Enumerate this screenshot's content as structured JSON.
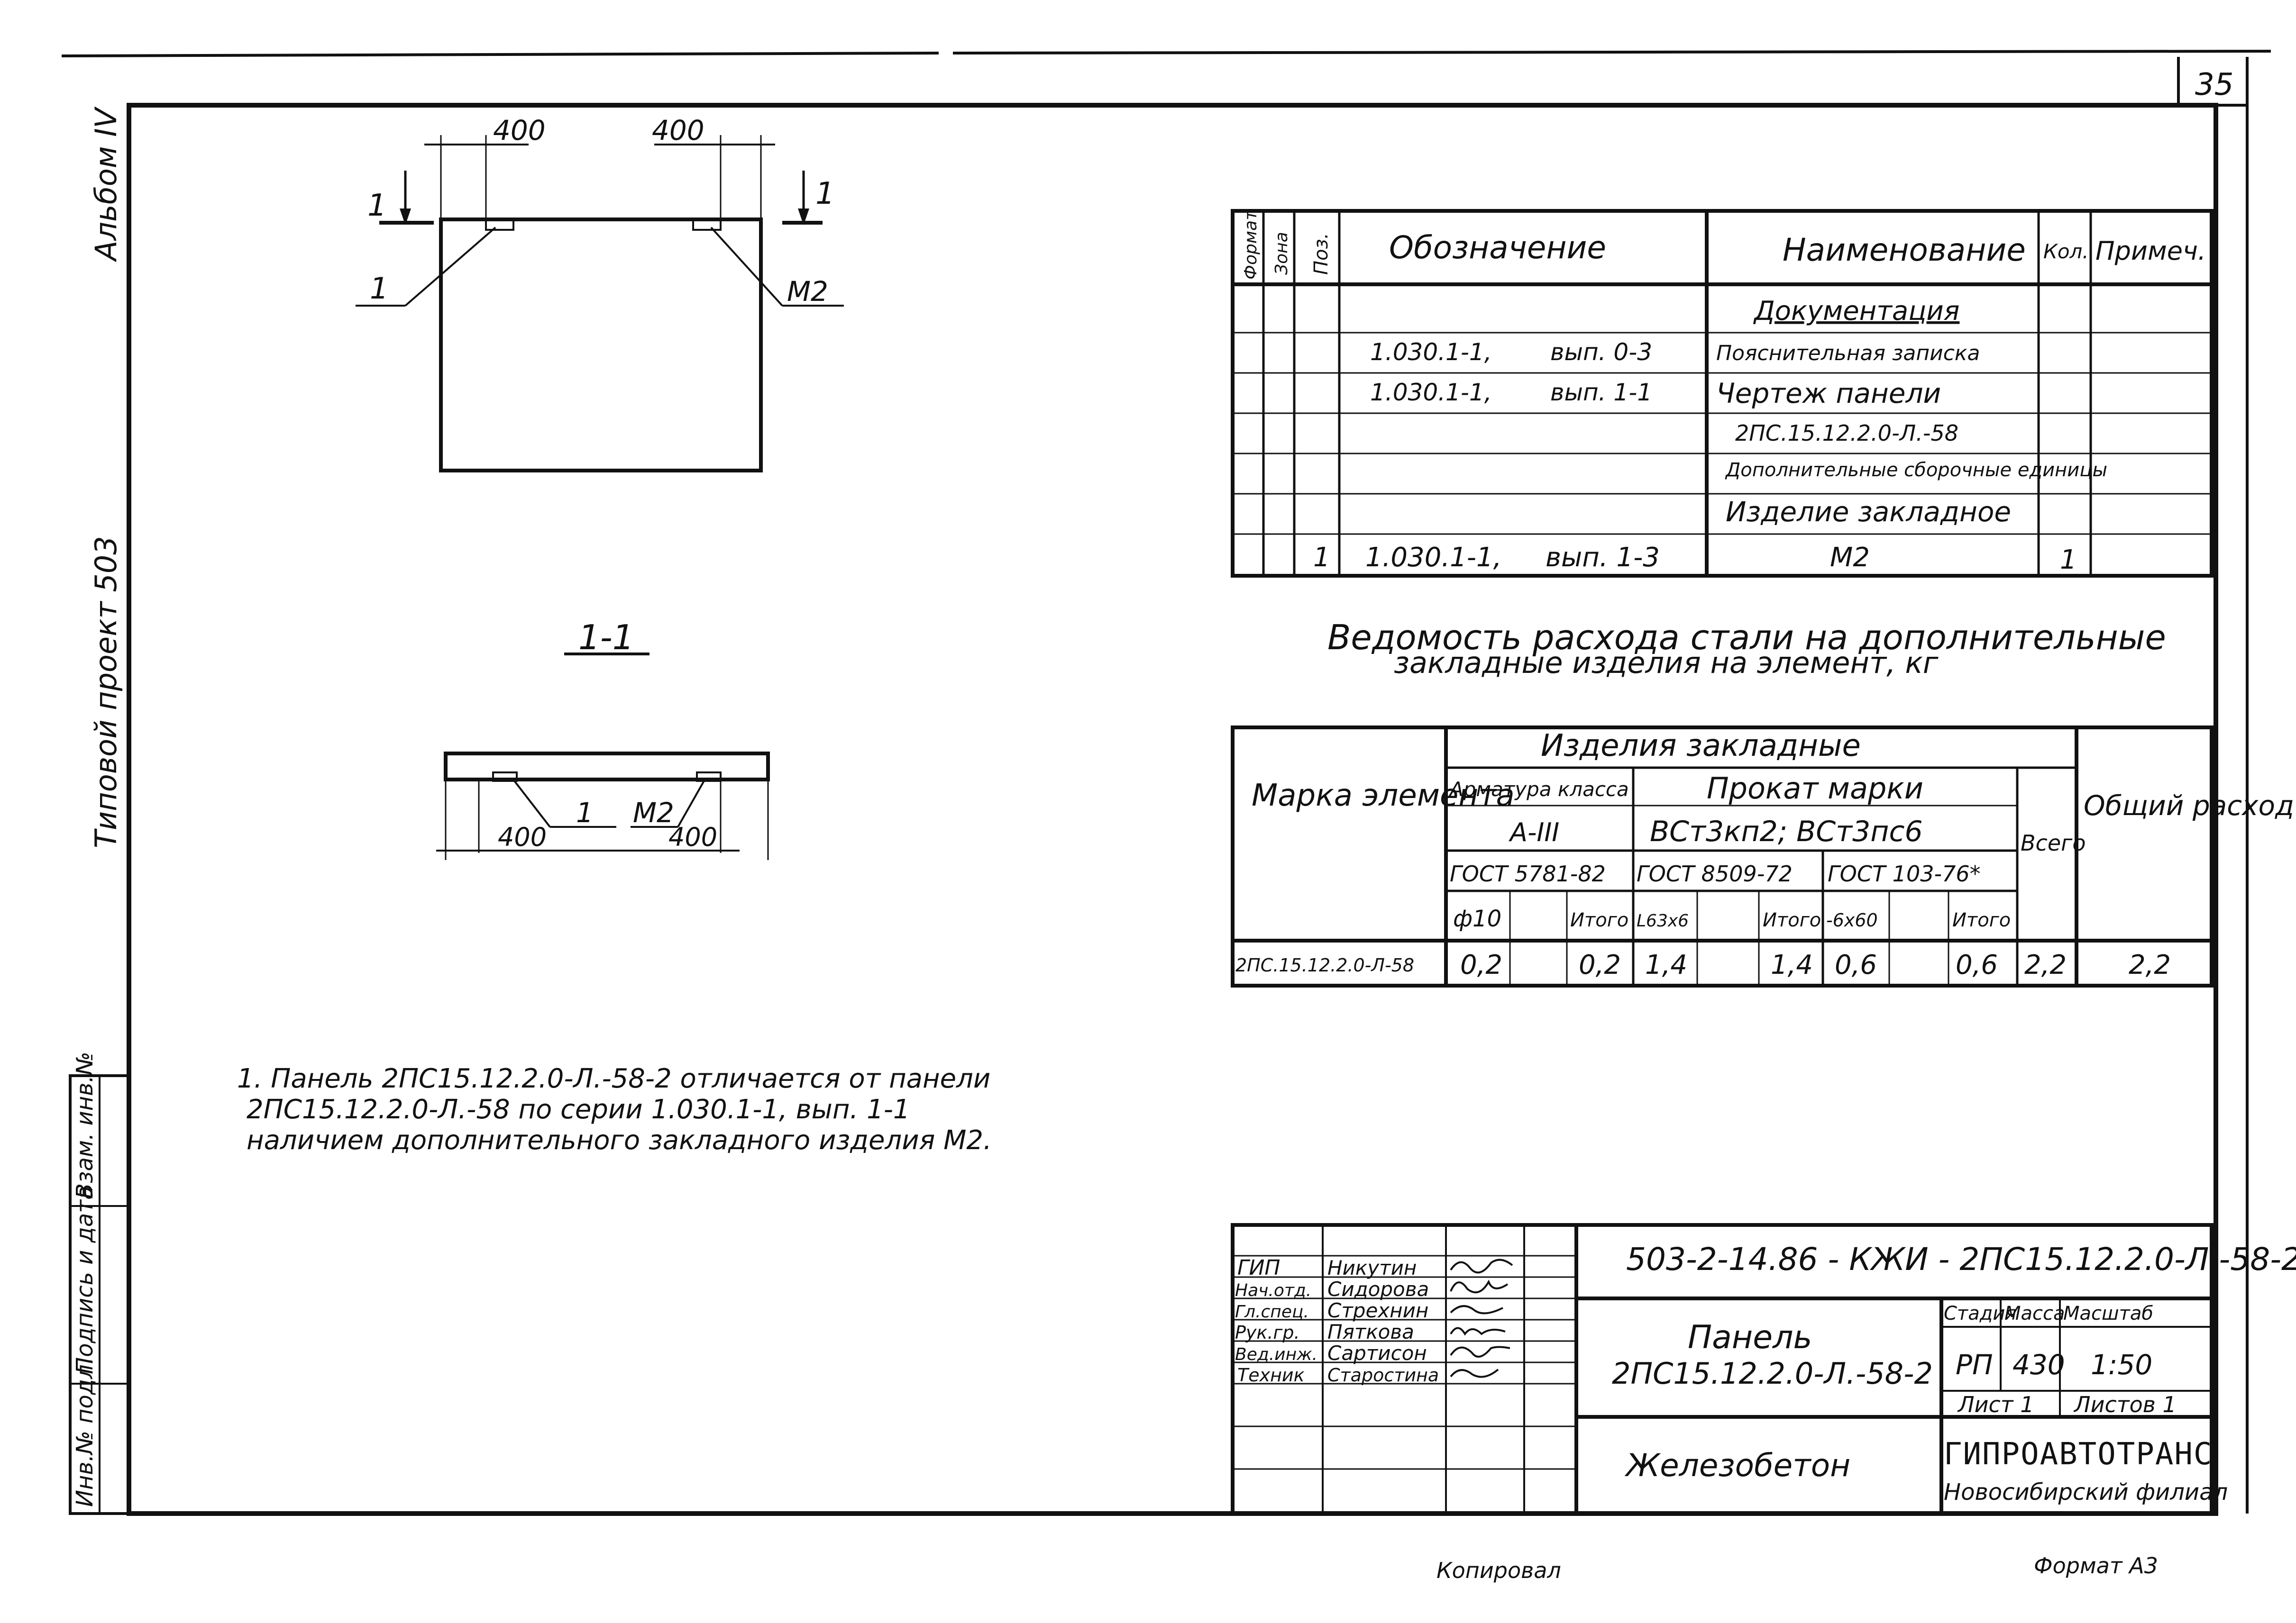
{
  "sheet_number": "35",
  "side_stamp": {
    "album": "Альбом IV",
    "project": "Типовой проект 503",
    "fields": [
      "Инв.№ подл.",
      "Подпись и дата",
      "Взам. инв.№"
    ]
  },
  "drawing": {
    "dim_400_left": "400",
    "dim_400_right": "400",
    "cut_label_left": "1",
    "cut_label_right": "1",
    "callout_1": "1",
    "callout_m2": "М2",
    "section_title": "1-1",
    "section_callout_1": "1",
    "section_callout_m2": "М2",
    "section_dim_left": "400",
    "section_dim_right": "400"
  },
  "spec_table": {
    "headers": [
      "Формат",
      "Зона",
      "Поз.",
      "Обозначение",
      "Наименование",
      "Кол.",
      "Примеч."
    ],
    "rows": [
      {
        "pos": "",
        "code": "",
        "vyp": "",
        "name": "Документация",
        "qty": ""
      },
      {
        "pos": "",
        "code": "1.030.1-1,",
        "vyp": "вып. 0-3",
        "name": "Пояснительная записка",
        "qty": ""
      },
      {
        "pos": "",
        "code": "1.030.1-1,",
        "vyp": "вып. 1-1",
        "name": "Чертеж панели",
        "qty": ""
      },
      {
        "pos": "",
        "code": "",
        "vyp": "",
        "name": "2ПС.15.12.2.0-Л.-58",
        "qty": ""
      },
      {
        "pos": "",
        "code": "",
        "vyp": "",
        "name": "Дополнительные сборочные единицы",
        "qty": ""
      },
      {
        "pos": "",
        "code": "",
        "vyp": "",
        "name": "Изделие закладное",
        "qty": ""
      },
      {
        "pos": "1",
        "code": "1.030.1-1,",
        "vyp": "вып. 1-3",
        "name": "М2",
        "qty": "1"
      }
    ]
  },
  "steel_table": {
    "title_line1": "Ведомость расхода стали на дополнительные",
    "title_line2": "закладные изделия на элемент, кг",
    "header_marka": "Марка элемента",
    "header_group": "Изделия закладные",
    "header_armatura": "Арматура класса",
    "header_armatura_class": "А-III",
    "header_prokat": "Прокат марки",
    "header_prokat_marks": "ВСт3кп2; ВСт3пс6",
    "header_vsego": "Всего",
    "header_total": "Общий расход",
    "gost1": "ГОСТ 5781-82",
    "gost2": "ГОСТ 8509-72",
    "gost3": "ГОСТ 103-76*",
    "sub": [
      "ф10",
      "",
      "Итого",
      "L63х6",
      "",
      "Итого",
      "-6х60",
      "",
      "Итого"
    ],
    "row": {
      "marka": "2ПС.15.12.2.0-Л-58",
      "values": [
        "0,2",
        "",
        "0,2",
        "1,4",
        "",
        "1,4",
        "0,6",
        "",
        "0,6"
      ],
      "vsego": "2,2",
      "total": "2,2"
    }
  },
  "note": {
    "line1": "1. Панель 2ПС15.12.2.0-Л.-58-2 отличается от панели",
    "line2": "2ПС15.12.2.0-Л.-58 по серии 1.030.1-1, вып. 1-1",
    "line3": "наличием дополнительного закладного изделия М2."
  },
  "title_block": {
    "signers": [
      {
        "role": "ГИП",
        "name": "Никутин"
      },
      {
        "role": "Нач.отд.",
        "name": "Сидорова"
      },
      {
        "role": "Гл.спец.",
        "name": "Стрехнин"
      },
      {
        "role": "Рук.гр.",
        "name": "Пяткова"
      },
      {
        "role": "Вед.инж.",
        "name": "Сартисон"
      },
      {
        "role": "Техник",
        "name": "Старостина"
      }
    ],
    "doc_code": "503-2-14.86 - КЖИ - 2ПС15.12.2.0-Л.-58-2",
    "item_name_1": "Панель",
    "item_name_2": "2ПС15.12.2.0-Л.-58-2",
    "stage_label": "Стадия",
    "mass_label": "Масса",
    "scale_label": "Масштаб",
    "stage": "РП",
    "mass": "430",
    "scale": "1:50",
    "sheet_label": "Лист 1",
    "sheets_label": "Листов 1",
    "material": "Железобетон",
    "org": "ГИПРОАВТОТРАНС",
    "branch": "Новосибирский филиал"
  },
  "footer": {
    "copied": "Копировал",
    "format": "Формат А3"
  }
}
